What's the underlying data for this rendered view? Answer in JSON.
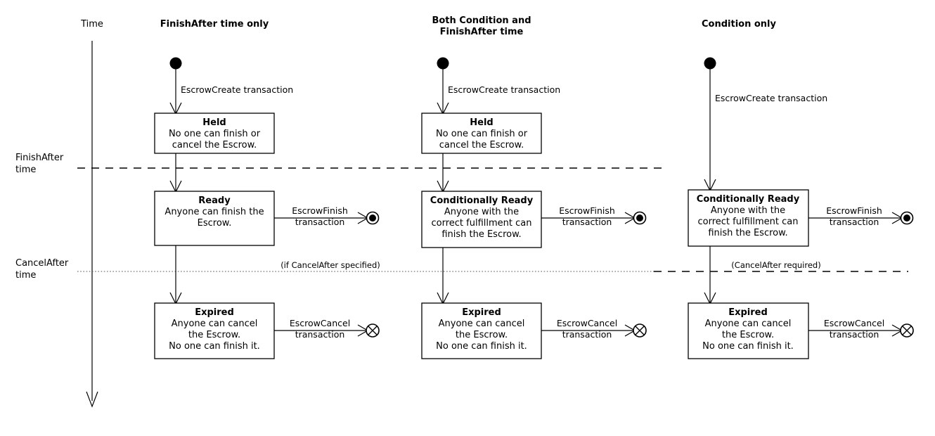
{
  "diagram": {
    "title_axis": "Time",
    "columns": [
      {
        "id": "finishafter-only",
        "label": "FinishAfter time only",
        "label_line2": ""
      },
      {
        "id": "both-condition-finishafter",
        "label": "Both Condition and",
        "label_line2": "FinishAfter time"
      },
      {
        "id": "condition-only",
        "label": "Condition only",
        "label_line2": ""
      }
    ],
    "lanes": [
      {
        "id": "finishafter-time",
        "line1": "FinishAfter",
        "line2": "time"
      },
      {
        "id": "cancelafter-time",
        "line1": "CancelAfter",
        "line2": "time"
      }
    ],
    "notes": [
      {
        "id": "cancelafter-specified",
        "text": "(if CancelAfter specified)"
      },
      {
        "id": "cancelafter-required",
        "text": "(CancelAfter required)"
      }
    ],
    "transitions": {
      "create": "EscrowCreate transaction",
      "finish_line1": "EscrowFinish",
      "finish_line2": "transaction",
      "cancel_line1": "EscrowCancel",
      "cancel_line2": "transaction"
    },
    "states": {
      "held": {
        "name": "Held",
        "body": [
          "No one can finish or",
          "cancel the Escrow."
        ]
      },
      "ready": {
        "name": "Ready",
        "body": [
          "Anyone can finish the",
          "Escrow."
        ]
      },
      "conditionally_ready": {
        "name": "Conditionally Ready",
        "body": [
          "Anyone with the",
          "correct fulfillment can",
          "finish the Escrow."
        ]
      },
      "expired": {
        "name": "Expired",
        "body": [
          "Anyone can cancel",
          "the Escrow.",
          "No one can finish it."
        ]
      }
    },
    "icons": {
      "initial": "initial-state-node",
      "final": "final-state-node",
      "flow_final": "flow-final-node"
    },
    "colors": {
      "stroke": "#000000",
      "background": "#ffffff",
      "lane_dotted": "#555555"
    }
  }
}
